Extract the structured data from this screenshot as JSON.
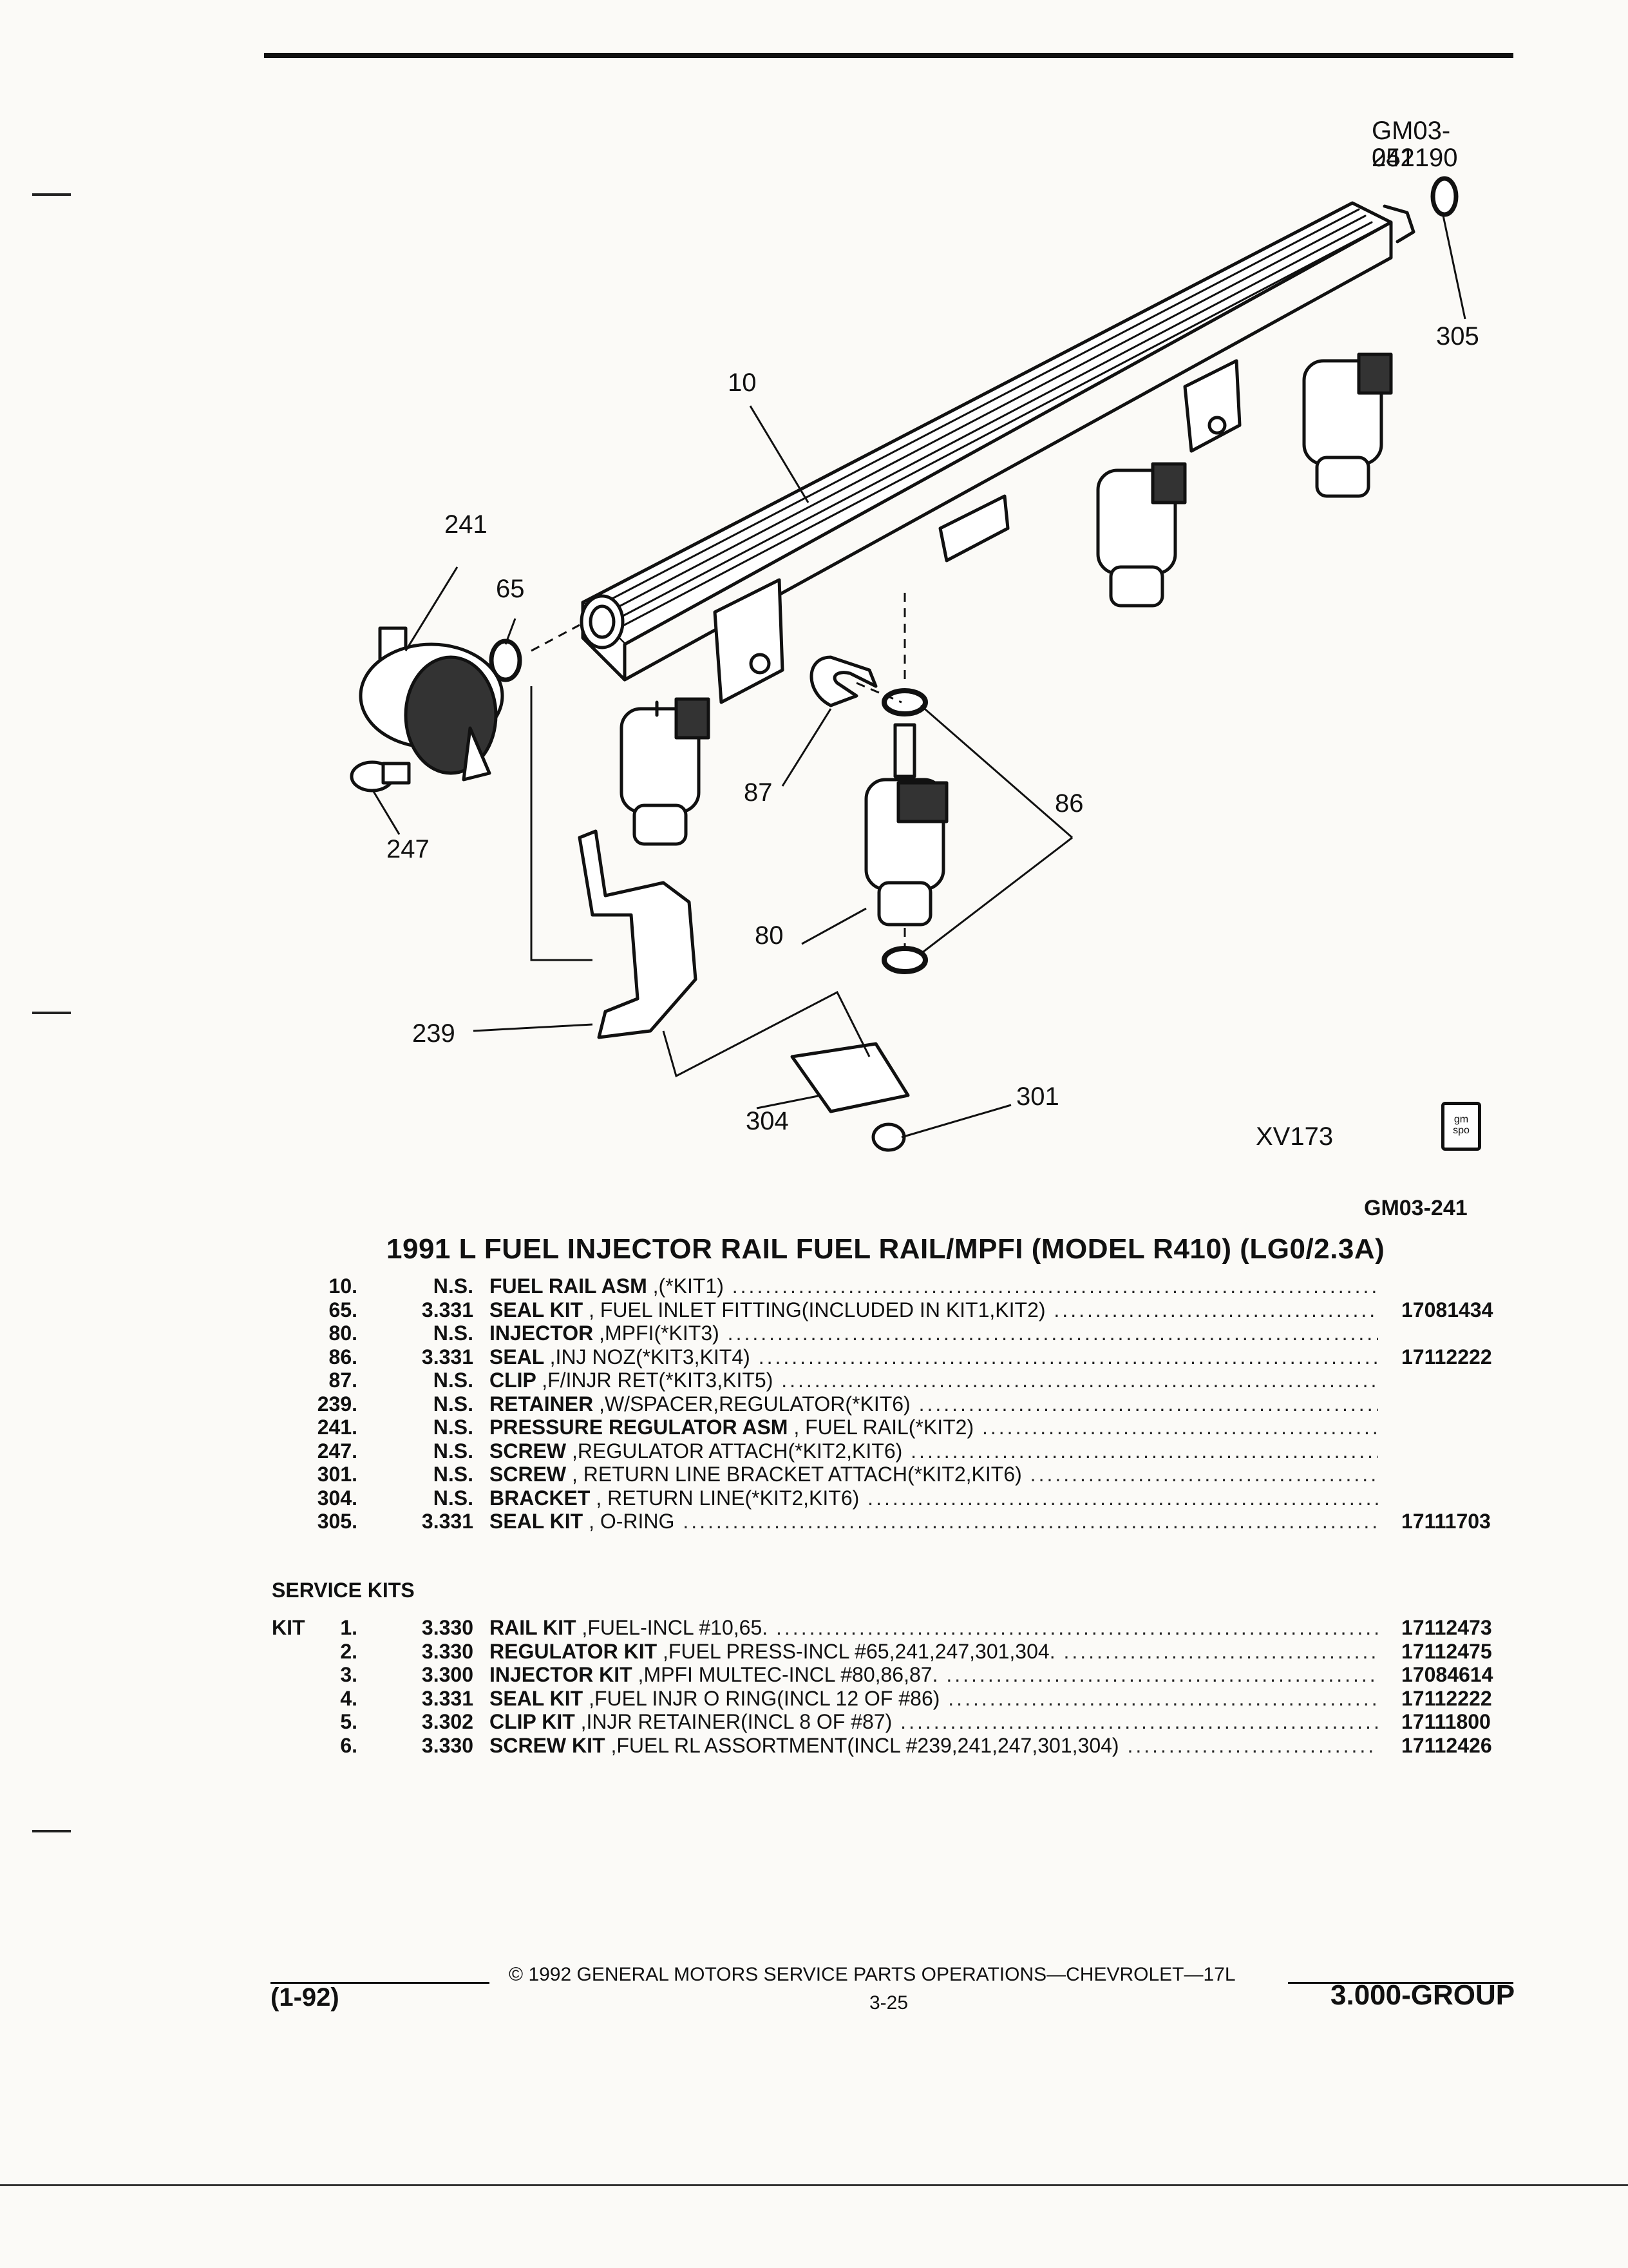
{
  "header": {
    "code": "GM03-241",
    "date_code": "052190"
  },
  "figure": {
    "callouts": [
      "305",
      "10",
      "241",
      "65",
      "247",
      "87",
      "86",
      "80",
      "239",
      "304",
      "301"
    ],
    "figure_id": "XV173",
    "footer_code": "GM03-241",
    "logo_text": "gm spo"
  },
  "title": "1991 L FUEL INJECTOR RAIL FUEL RAIL/MPFI (MODEL R410) (LG0/2.3A)",
  "parts": [
    {
      "item": "10.",
      "group": "N.S.",
      "name": "FUEL RAIL ASM",
      "desc": ",(*KIT1)",
      "part": ""
    },
    {
      "item": "65.",
      "group": "3.331",
      "name": "SEAL KIT",
      "desc": ", FUEL INLET FITTING(INCLUDED IN KIT1,KIT2)",
      "part": "17081434"
    },
    {
      "item": "80.",
      "group": "N.S.",
      "name": "INJECTOR",
      "desc": ",MPFI(*KIT3)",
      "part": ""
    },
    {
      "item": "86.",
      "group": "3.331",
      "name": "SEAL",
      "desc": ",INJ NOZ(*KIT3,KIT4)",
      "part": "17112222"
    },
    {
      "item": "87.",
      "group": "N.S.",
      "name": "CLIP",
      "desc": ",F/INJR RET(*KIT3,KIT5)",
      "part": ""
    },
    {
      "item": "239.",
      "group": "N.S.",
      "name": "RETAINER",
      "desc": ",W/SPACER,REGULATOR(*KIT6)",
      "part": ""
    },
    {
      "item": "241.",
      "group": "N.S.",
      "name": "PRESSURE REGULATOR ASM",
      "desc": ", FUEL RAIL(*KIT2)",
      "part": ""
    },
    {
      "item": "247.",
      "group": "N.S.",
      "name": "SCREW",
      "desc": ",REGULATOR ATTACH(*KIT2,KIT6)",
      "part": ""
    },
    {
      "item": "301.",
      "group": "N.S.",
      "name": "SCREW",
      "desc": ", RETURN LINE BRACKET ATTACH(*KIT2,KIT6)",
      "part": ""
    },
    {
      "item": "304.",
      "group": "N.S.",
      "name": "BRACKET",
      "desc": ", RETURN LINE(*KIT2,KIT6)",
      "part": ""
    },
    {
      "item": "305.",
      "group": "3.331",
      "name": "SEAL KIT",
      "desc": ", O-RING",
      "part": "17111703"
    }
  ],
  "service_kits_label": "SERVICE KITS",
  "kits": [
    {
      "kit": "KIT",
      "item": "1.",
      "group": "3.330",
      "name": "RAIL KIT",
      "desc": ",FUEL-INCL #10,65.",
      "part": "17112473"
    },
    {
      "kit": "",
      "item": "2.",
      "group": "3.330",
      "name": "REGULATOR KIT",
      "desc": ",FUEL PRESS-INCL #65,241,247,301,304.",
      "part": "17112475"
    },
    {
      "kit": "",
      "item": "3.",
      "group": "3.300",
      "name": "INJECTOR KIT",
      "desc": ",MPFI MULTEC-INCL #80,86,87.",
      "part": "17084614"
    },
    {
      "kit": "",
      "item": "4.",
      "group": "3.331",
      "name": "SEAL KIT",
      "desc": ",FUEL INJR O RING(INCL 12 OF #86)",
      "part": "17112222"
    },
    {
      "kit": "",
      "item": "5.",
      "group": "3.302",
      "name": "CLIP KIT",
      "desc": ",INJR RETAINER(INCL 8 OF #87)",
      "part": "17111800"
    },
    {
      "kit": "",
      "item": "6.",
      "group": "3.330",
      "name": "SCREW KIT",
      "desc": ",FUEL RL ASSORTMENT(INCL #239,241,247,301,304)",
      "part": "17112426"
    }
  ],
  "footer": {
    "copyright": "© 1992 GENERAL MOTORS SERVICE PARTS OPERATIONS—CHEVROLET—17L",
    "page": "3-25",
    "date": "(1-92)",
    "group": "3.000-GROUP"
  }
}
